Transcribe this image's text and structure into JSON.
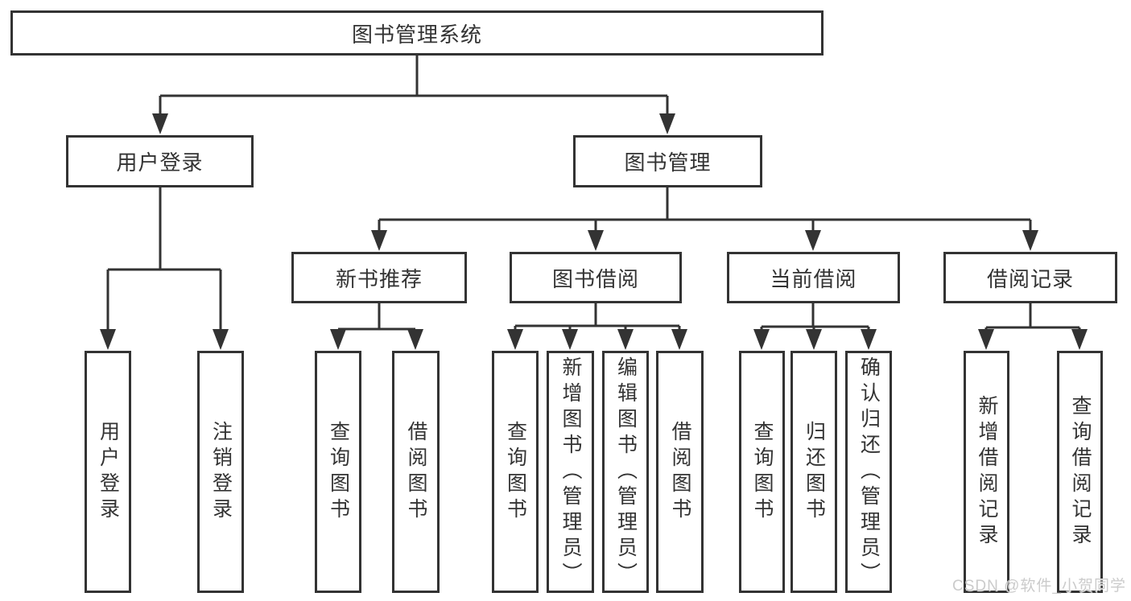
{
  "diagram": {
    "type": "hierarchy-tree",
    "colors": {
      "line": "#333333",
      "box_border": "#333333",
      "box_fill": "#ffffff",
      "text": "#333333",
      "background": "#ffffff",
      "watermark_text": "#cbcbcb"
    },
    "tree": {
      "label": "图书管理系统",
      "children": [
        {
          "label": "用户登录",
          "children": [
            {
              "label": "用户登录"
            },
            {
              "label": "注销登录"
            }
          ]
        },
        {
          "label": "图书管理",
          "children": [
            {
              "label": "新书推荐",
              "children": [
                {
                  "label": "查询图书"
                },
                {
                  "label": "借阅图书"
                }
              ]
            },
            {
              "label": "图书借阅",
              "children": [
                {
                  "label": "查询图书"
                },
                {
                  "label": "新增图书（管理员）"
                },
                {
                  "label": "编辑图书（管理员）"
                },
                {
                  "label": "借阅图书"
                }
              ]
            },
            {
              "label": "当前借阅",
              "children": [
                {
                  "label": "查询图书"
                },
                {
                  "label": "归还图书"
                },
                {
                  "label": "确认归还（管理员）"
                }
              ]
            },
            {
              "label": "借阅记录",
              "children": [
                {
                  "label": "新增借阅记录"
                },
                {
                  "label": "查询借阅记录"
                }
              ]
            }
          ]
        }
      ]
    },
    "watermark": {
      "text": "CSDN @软件_小贺同学"
    }
  }
}
